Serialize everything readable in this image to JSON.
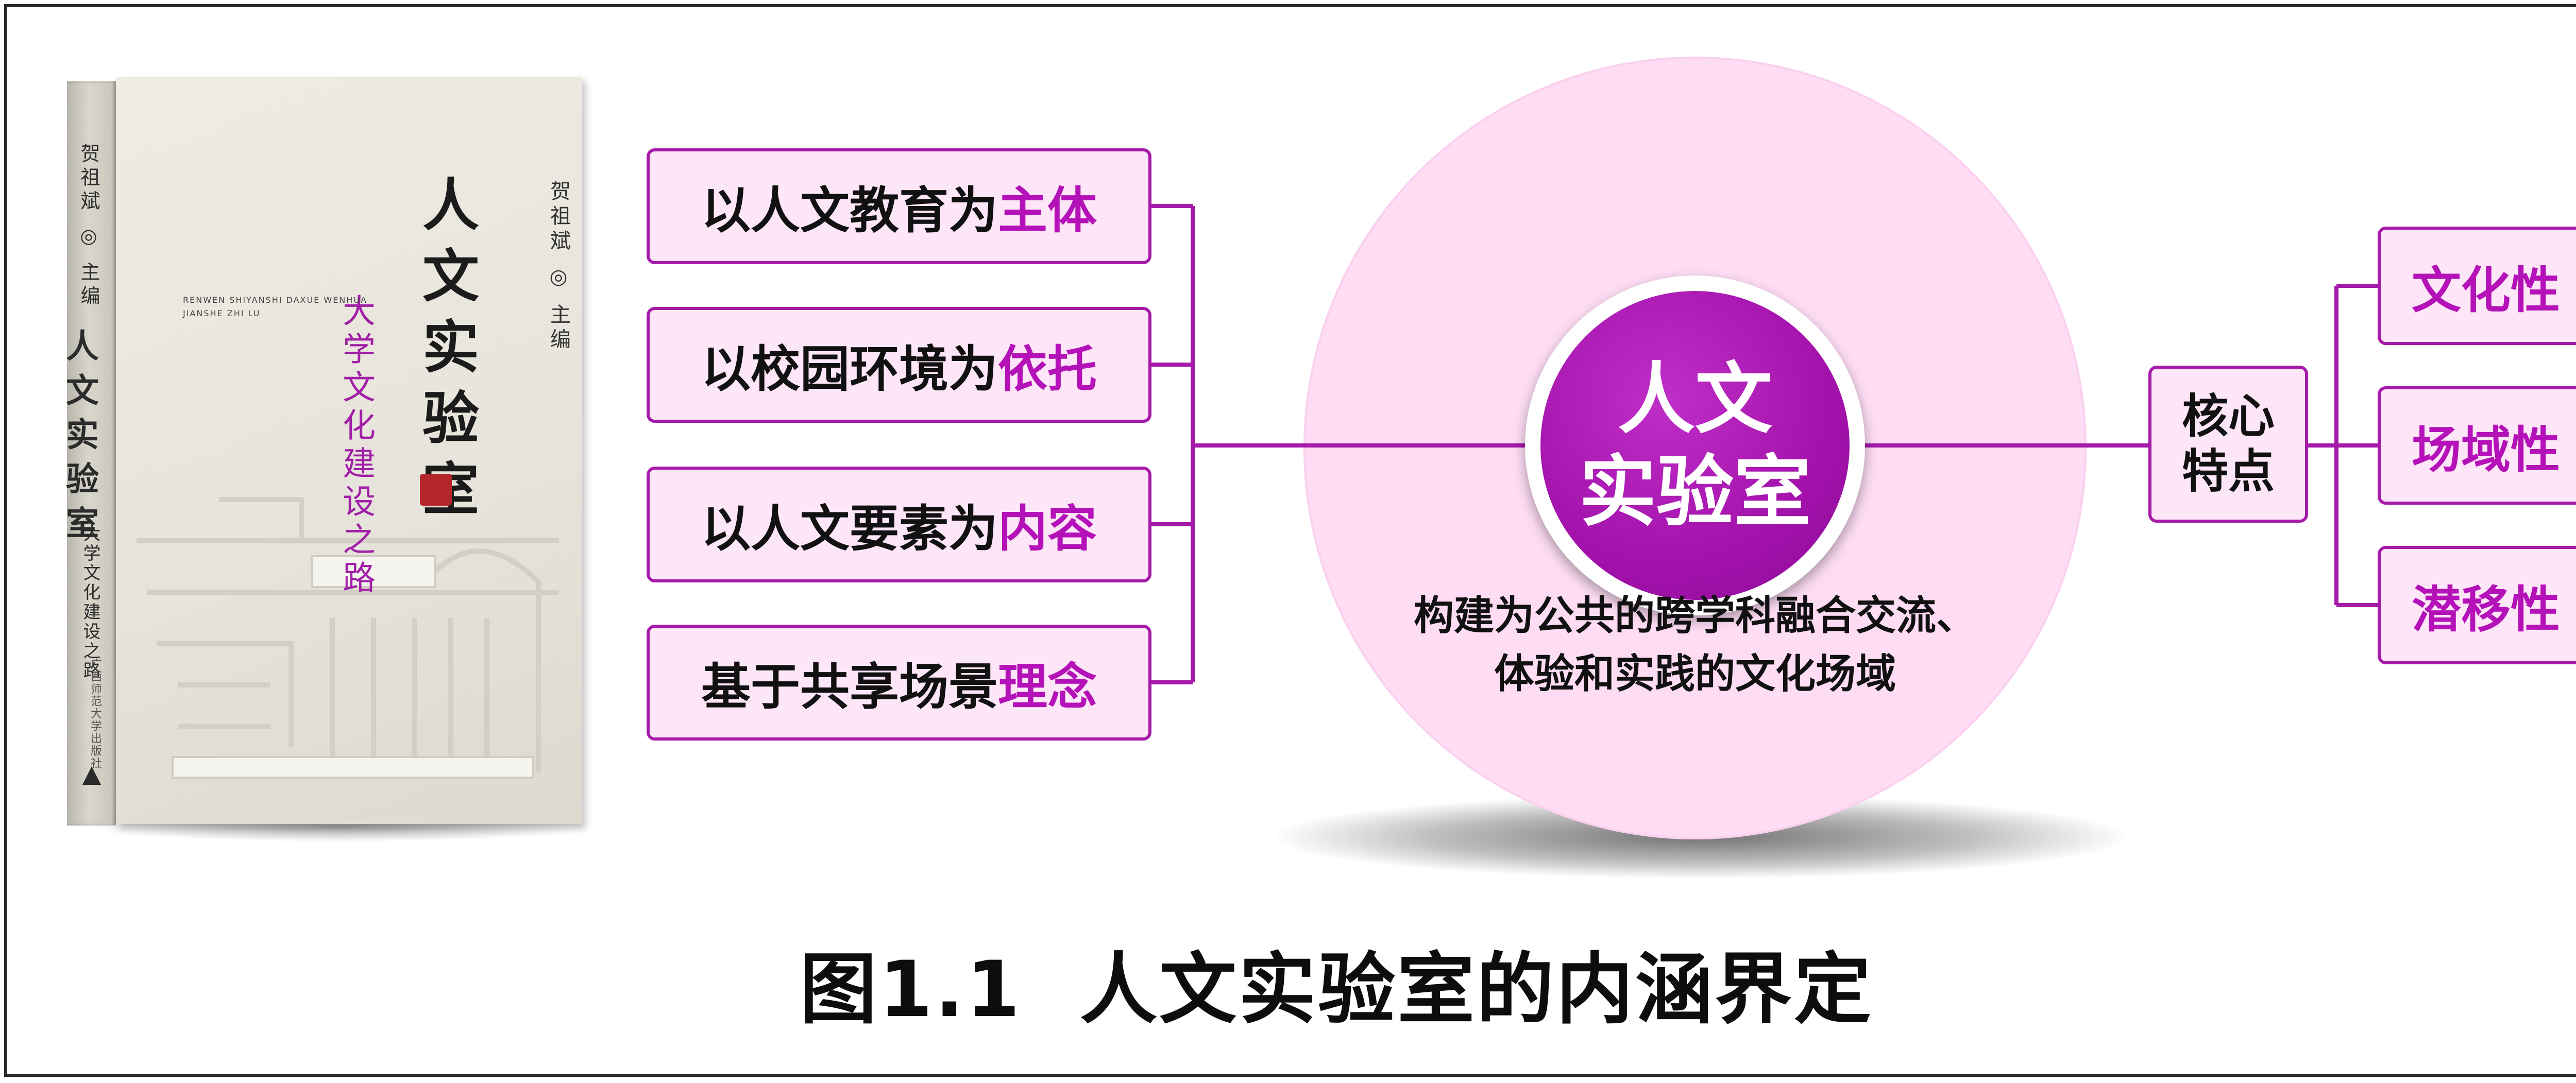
{
  "book": {
    "title": "人文实验室",
    "subtitle": "大学文化建设之路",
    "editor": "贺祖斌 ◎ 主编",
    "pinyin": "RENWEN SHIYANSHI DAXUE WENHUA JIANSHE ZHI LU",
    "spine_editor": "贺祖斌 ◎ 主编",
    "spine_title": "人文实验室",
    "spine_subtitle": "大学文化建设之路",
    "spine_publisher": "广西师范大学出版社"
  },
  "left_items": [
    {
      "prefix": "以人文教育为",
      "highlight": "主体"
    },
    {
      "prefix": "以校园环境为",
      "highlight": "依托"
    },
    {
      "prefix": "以人文要素为",
      "highlight": "内容"
    },
    {
      "prefix": "基于共享场景",
      "highlight": "理念"
    }
  ],
  "center": {
    "line1": "人文",
    "line2": "实验室",
    "desc_line1": "构建为公共的跨学科融合交流、",
    "desc_line2": "体验和实践的文化场域"
  },
  "core": {
    "line1": "核心",
    "line2": "特点"
  },
  "right_items": [
    "文化性",
    "场域性",
    "潜移性"
  ],
  "caption": "图1.1  人文实验室的内涵界定",
  "colors": {
    "accent": "#a51aa8",
    "box_fill": "#fde6f7",
    "circle_fill": "#fddcf4",
    "highlight_text": "#b412b8"
  }
}
